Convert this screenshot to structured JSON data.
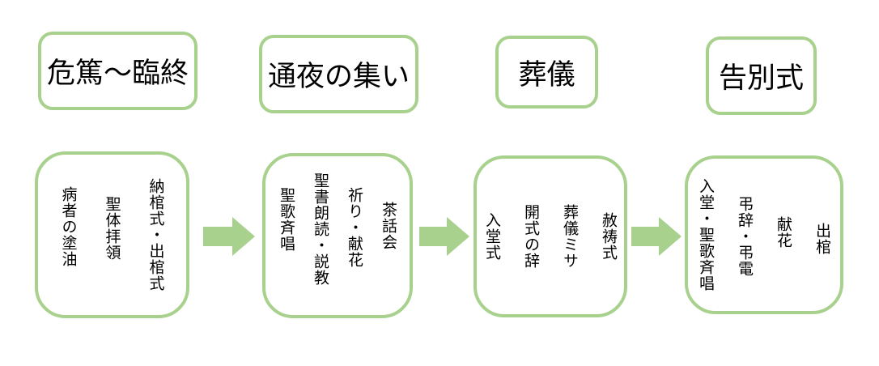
{
  "stages": [
    {
      "title": "危篤～臨終",
      "items": [
        "納棺式・出棺式",
        "聖体拝領",
        "病者の塗油"
      ]
    },
    {
      "title": "通夜の集い",
      "items": [
        "茶話会",
        "祈り・献花",
        "聖書朗読・説教",
        "聖歌斉唱"
      ]
    },
    {
      "title": "葬儀",
      "items": [
        "赦祷式",
        "葬儀ミサ",
        "開式の辞",
        "入堂式"
      ]
    },
    {
      "title": "告別式",
      "items": [
        "出棺",
        "献花",
        "弔辞・弔電",
        "入堂・聖歌斉唱"
      ]
    }
  ],
  "colors": {
    "box_border": "#a9d18e",
    "arrow": "#a9d18e"
  }
}
